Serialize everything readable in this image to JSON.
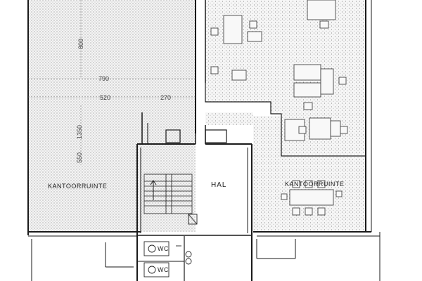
{
  "rooms": {
    "office_left": "KANTOORRUINTE",
    "office_right": "KANTOORRUINTE",
    "hall": "HAL",
    "wc_1": "WC",
    "wc_2": "WC"
  },
  "dimensions": {
    "d_800": "800",
    "d_790": "790",
    "d_520": "520",
    "d_270": "270",
    "d_1350": "1350",
    "d_550": "550"
  },
  "colors": {
    "wall": "#1a1a1a",
    "floor_stipple": "#8a8a8a",
    "furniture": "#444444"
  }
}
